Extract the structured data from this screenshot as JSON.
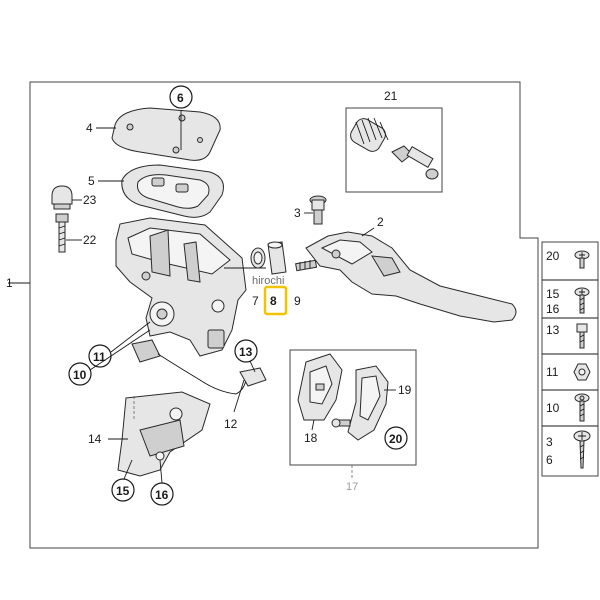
{
  "watermark": "hirochi",
  "labels": {
    "main": "1",
    "lever": "2",
    "screw3": "3",
    "cover4": "4",
    "gasket5": "5",
    "callout6": "6",
    "ring7": "7",
    "bush8": "8",
    "pin9": "9",
    "callout10": "10",
    "callout11": "11",
    "cable12": "12",
    "callout13": "13",
    "bracket14": "14",
    "callout15": "15",
    "callout16": "16",
    "group17": "17",
    "cover18": "18",
    "cover19": "19",
    "callout20": "20",
    "kit21": "21",
    "screw22": "22",
    "cap23": "23"
  },
  "legend": [
    {
      "label": "20",
      "icon": "phillips-screw-short-icon"
    },
    {
      "label": "15\n16",
      "icon": "phillips-screw-icon"
    },
    {
      "label": "13",
      "icon": "hex-socket-screw-icon"
    },
    {
      "label": "11",
      "icon": "hex-nut-icon"
    },
    {
      "label": "10",
      "icon": "torx-screw-icon"
    },
    {
      "label": "3\n6",
      "icon": "phillips-countersunk-screw-icon"
    }
  ],
  "colors": {
    "highlight": "#f2c300",
    "line": "#1a1a1a"
  }
}
